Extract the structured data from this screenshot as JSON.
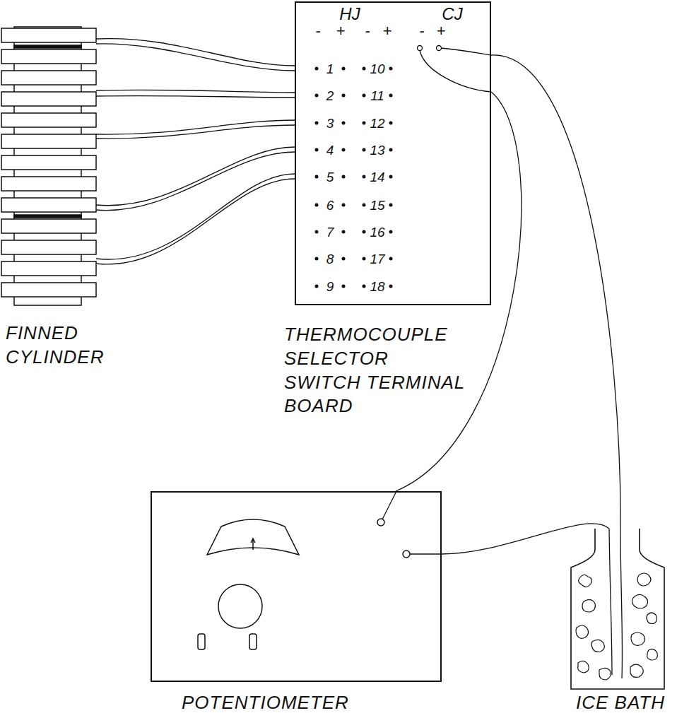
{
  "diagram": {
    "nodes": [
      {
        "text": [
          "FINNED CYLINDER"
        ]
      },
      {
        "text": [
          "HJ",
          "CJ",
          "-",
          "+",
          "-",
          "+",
          "-",
          "+",
          "1",
          "2",
          "3",
          "4",
          "5",
          "6",
          "7",
          "8",
          "9",
          "10",
          "11",
          "12",
          "13",
          "14",
          "15",
          "16",
          "17",
          "18",
          "THERMOCOUPLE SELECTOR SWITCH TERMINAL BOARD"
        ]
      },
      {
        "text": [
          "POTENTIOMETER"
        ]
      },
      {
        "text": [
          "ICE BATH"
        ]
      }
    ],
    "edges": [
      {
        "from": 0,
        "to": 1,
        "arrow": "none"
      },
      {
        "from": 0,
        "to": 1,
        "arrow": "none"
      },
      {
        "from": 0,
        "to": 1,
        "arrow": "none"
      },
      {
        "from": 0,
        "to": 1,
        "arrow": "none"
      },
      {
        "from": 0,
        "to": 1,
        "arrow": "none"
      },
      {
        "from": 0,
        "to": 1,
        "arrow": "none"
      },
      {
        "from": 0,
        "to": 1,
        "arrow": "none"
      },
      {
        "from": 0,
        "to": 1,
        "arrow": "none"
      },
      {
        "from": 0,
        "to": 1,
        "arrow": "none"
      },
      {
        "from": 0,
        "to": 1,
        "arrow": "none"
      },
      {
        "from": 1,
        "to": 2,
        "arrow": "none"
      },
      {
        "from": 1,
        "to": 3,
        "arrow": "none"
      },
      {
        "from": 2,
        "to": 3,
        "arrow": "none"
      }
    ]
  }
}
